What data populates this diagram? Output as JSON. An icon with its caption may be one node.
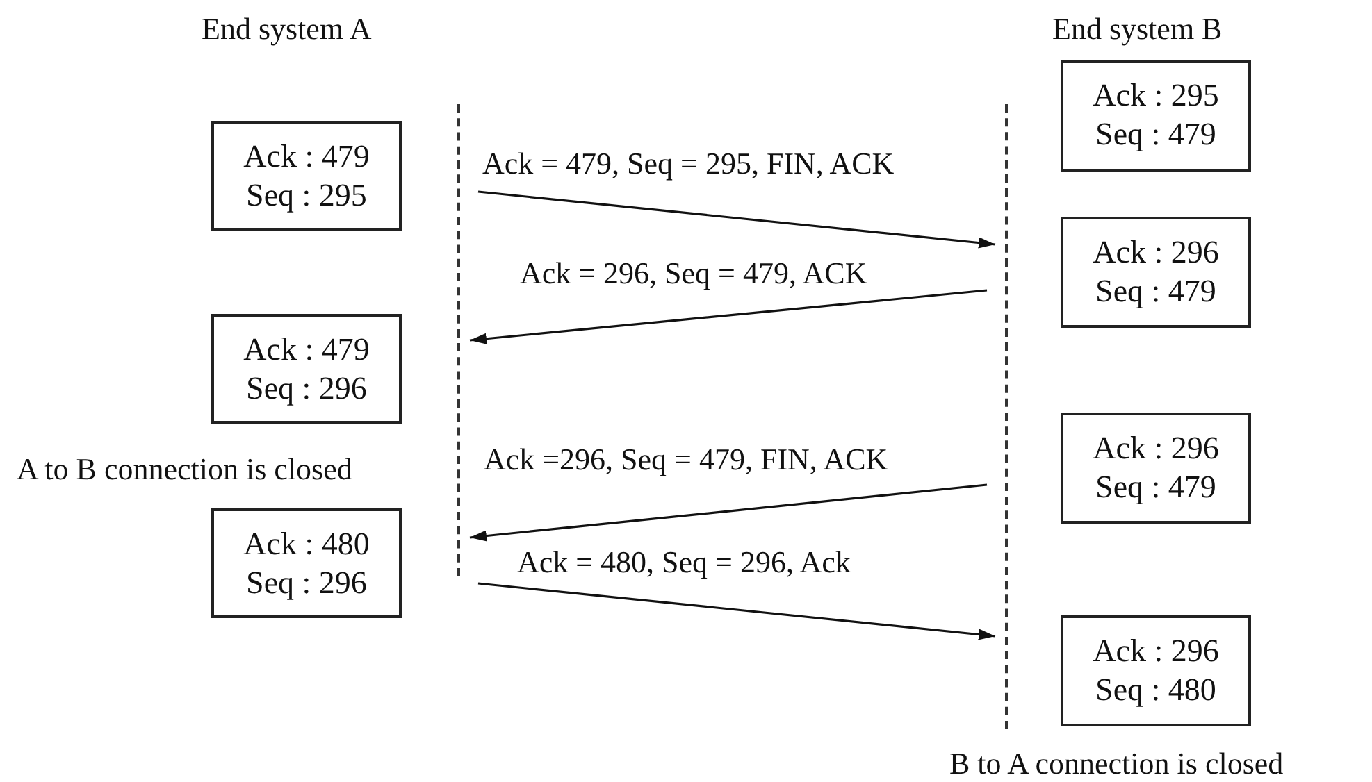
{
  "diagram": {
    "nodes": [
      {
        "text": [],
        "shape": "line"
      },
      {
        "text": [],
        "shape": "line"
      },
      {
        "text": [
          "Ack : 295",
          "Seq : 479"
        ]
      },
      {
        "text": [
          "Ack : 479",
          "Seq : 295"
        ]
      },
      {
        "text": [
          "Ack : 296",
          "Seq : 479"
        ]
      },
      {
        "text": [
          "Ack : 479",
          "Seq : 296"
        ]
      },
      {
        "text": [
          "Ack : 296",
          "Seq : 479"
        ]
      },
      {
        "text": [
          "Ack : 480",
          "Seq : 296"
        ]
      },
      {
        "text": [
          "Ack : 296",
          "Seq : 480"
        ]
      }
    ],
    "edges": [
      {
        "from": 0,
        "to": 1,
        "arrow": "to",
        "label": "Ack = 479, Seq = 295, FIN, ACK"
      },
      {
        "from": 1,
        "to": 0,
        "arrow": "to",
        "label": "Ack = 296, Seq = 479, ACK"
      },
      {
        "from": 1,
        "to": 0,
        "arrow": "to",
        "label": "Ack =296, Seq = 479, FIN, ACK"
      },
      {
        "from": 0,
        "to": 1,
        "arrow": "to",
        "label": "Ack = 480, Seq = 296, Ack"
      }
    ],
    "labels": [
      "End system A",
      "End system B",
      "A to B connection is closed",
      "B to A connection is closed"
    ]
  }
}
